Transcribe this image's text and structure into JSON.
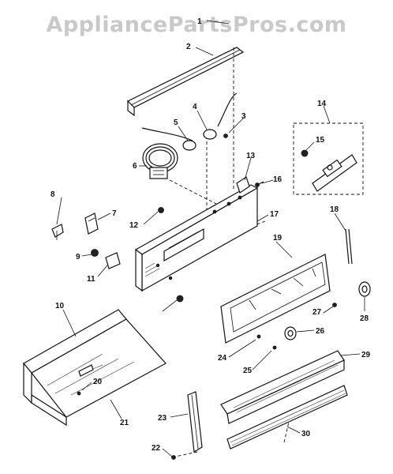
{
  "watermark": "AppliancePartsPros.com",
  "diagram": {
    "callouts": [
      "1",
      "2",
      "3",
      "4",
      "5",
      "6",
      "7",
      "8",
      "9",
      "10",
      "11",
      "12",
      "13",
      "14",
      "15",
      "16",
      "17",
      "18",
      "19",
      "20",
      "21",
      "22",
      "23",
      "24",
      "25",
      "26",
      "27",
      "28",
      "29",
      "30"
    ]
  }
}
